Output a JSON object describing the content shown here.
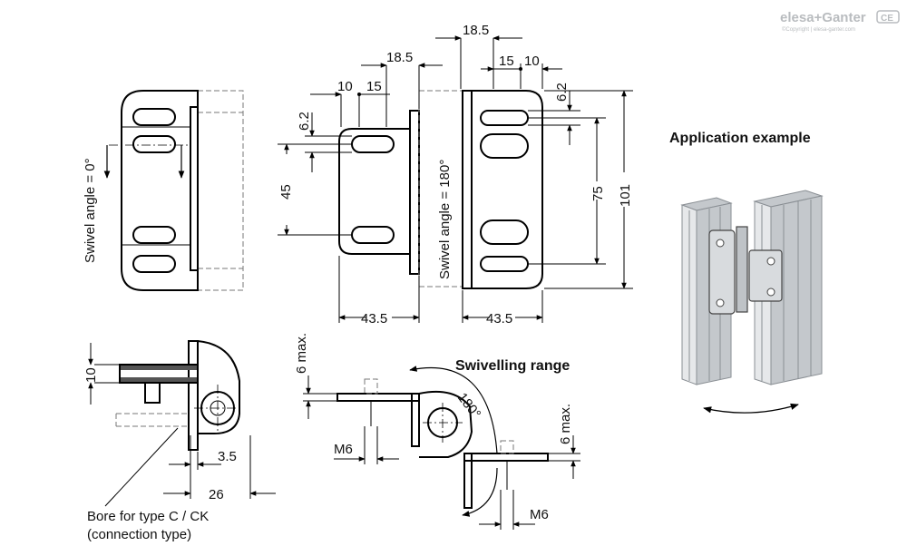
{
  "brand": {
    "logo": "elesa+Ganter",
    "badge": "CE",
    "copyright": "©Copyright | elesa-ganter.com"
  },
  "labels": {
    "swivel_0": "Swivel angle = 0°",
    "swivel_180": "Swivel angle = 180°",
    "application_example": "Application example",
    "swivelling_range": "Swivelling range",
    "bore_note_line1": "Bore for type C / CK",
    "bore_note_line2": "(connection type)"
  },
  "dimensions": {
    "d_18_5_top": "18.5",
    "d_18_5_mid": "18.5",
    "d_15_right": "15",
    "d_10_right": "10",
    "d_10_left": "10",
    "d_15_left": "15",
    "d_6_2_left": "6.2",
    "d_6_2_right": "6.2",
    "d_45": "45",
    "d_75": "75",
    "d_101": "101",
    "d_43_5_left": "43.5",
    "d_43_5_right": "43.5",
    "d_10_section": "10",
    "d_3_5": "3.5",
    "d_26": "26",
    "d_6_max_left": "6 max.",
    "d_6_max_right": "6 max.",
    "d_m6_left": "M6",
    "d_m6_right": "M6",
    "d_180": "180°"
  }
}
